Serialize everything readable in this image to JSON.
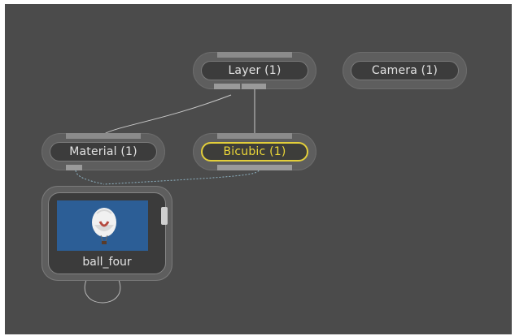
{
  "nodes": {
    "layer": {
      "label": "Layer (1)"
    },
    "camera": {
      "label": "Camera (1)"
    },
    "material": {
      "label": "Material (1)"
    },
    "bicubic": {
      "label": "Bicubic (1)",
      "selected": true
    },
    "media": {
      "label": "ball_four",
      "thumbnail": "hot-air-balloon-image"
    }
  },
  "colors": {
    "canvas": "#4b4b4b",
    "selected_outline": "#e3cf3a",
    "wire": "#c9c9c9",
    "dotted_wire": "#8fb4c4",
    "thumbnail_sky": "#2c5e96"
  }
}
